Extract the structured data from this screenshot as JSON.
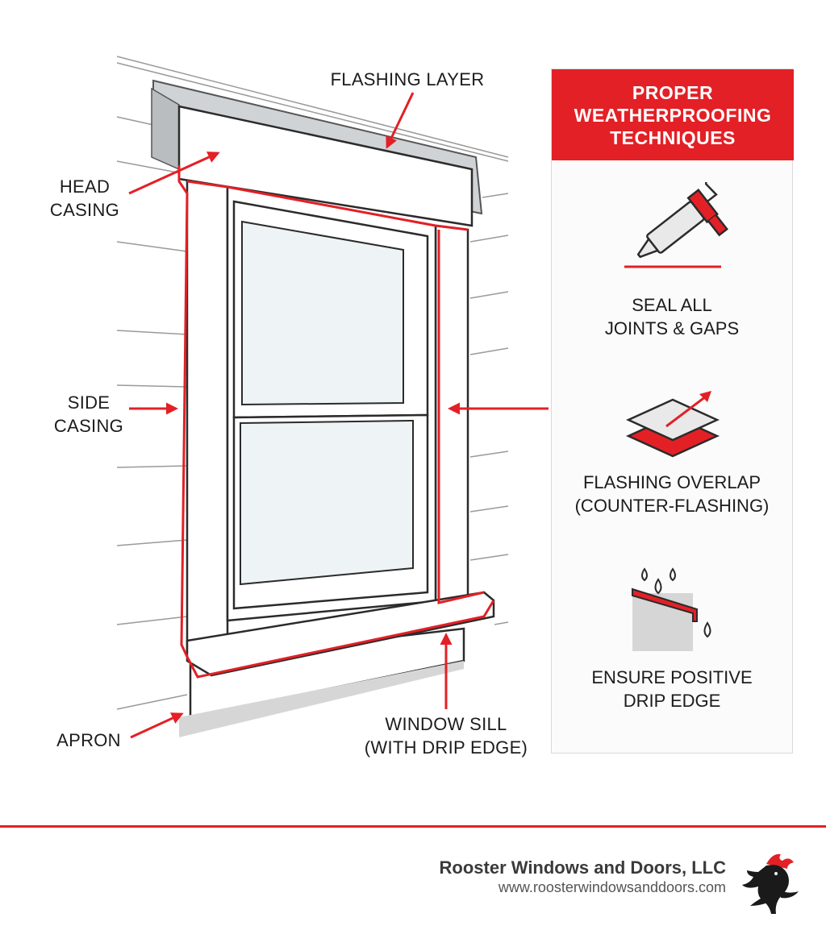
{
  "callouts": {
    "flashing_layer": "FLASHING LAYER",
    "head_casing": "HEAD\nCASING",
    "side_casing": "SIDE\nCASING",
    "apron": "APRON",
    "window_sill": "WINDOW SILL\n(WITH DRIP EDGE)"
  },
  "panel": {
    "title": "PROPER\nWEATHERPROOFING\nTECHNIQUES",
    "tips": [
      {
        "icon": "caulk-gun-icon",
        "label": "SEAL ALL\nJOINTS & GAPS"
      },
      {
        "icon": "flashing-layers-icon",
        "label": "FLASHING OVERLAP\n(COUNTER-FLASHING)"
      },
      {
        "icon": "drip-edge-icon",
        "label": "ENSURE POSITIVE\nDRIP EDGE"
      }
    ]
  },
  "footer": {
    "company": "Rooster Windows and Doors, LLC",
    "url": "www.roosterwindowsanddoors.com",
    "logo": "rooster-logo-icon"
  },
  "colors": {
    "accent": "#e32026",
    "trim": "#ffffff",
    "siding": "#f4f4f4",
    "outline": "#2b2b2b",
    "glass": "#eef3f5"
  }
}
